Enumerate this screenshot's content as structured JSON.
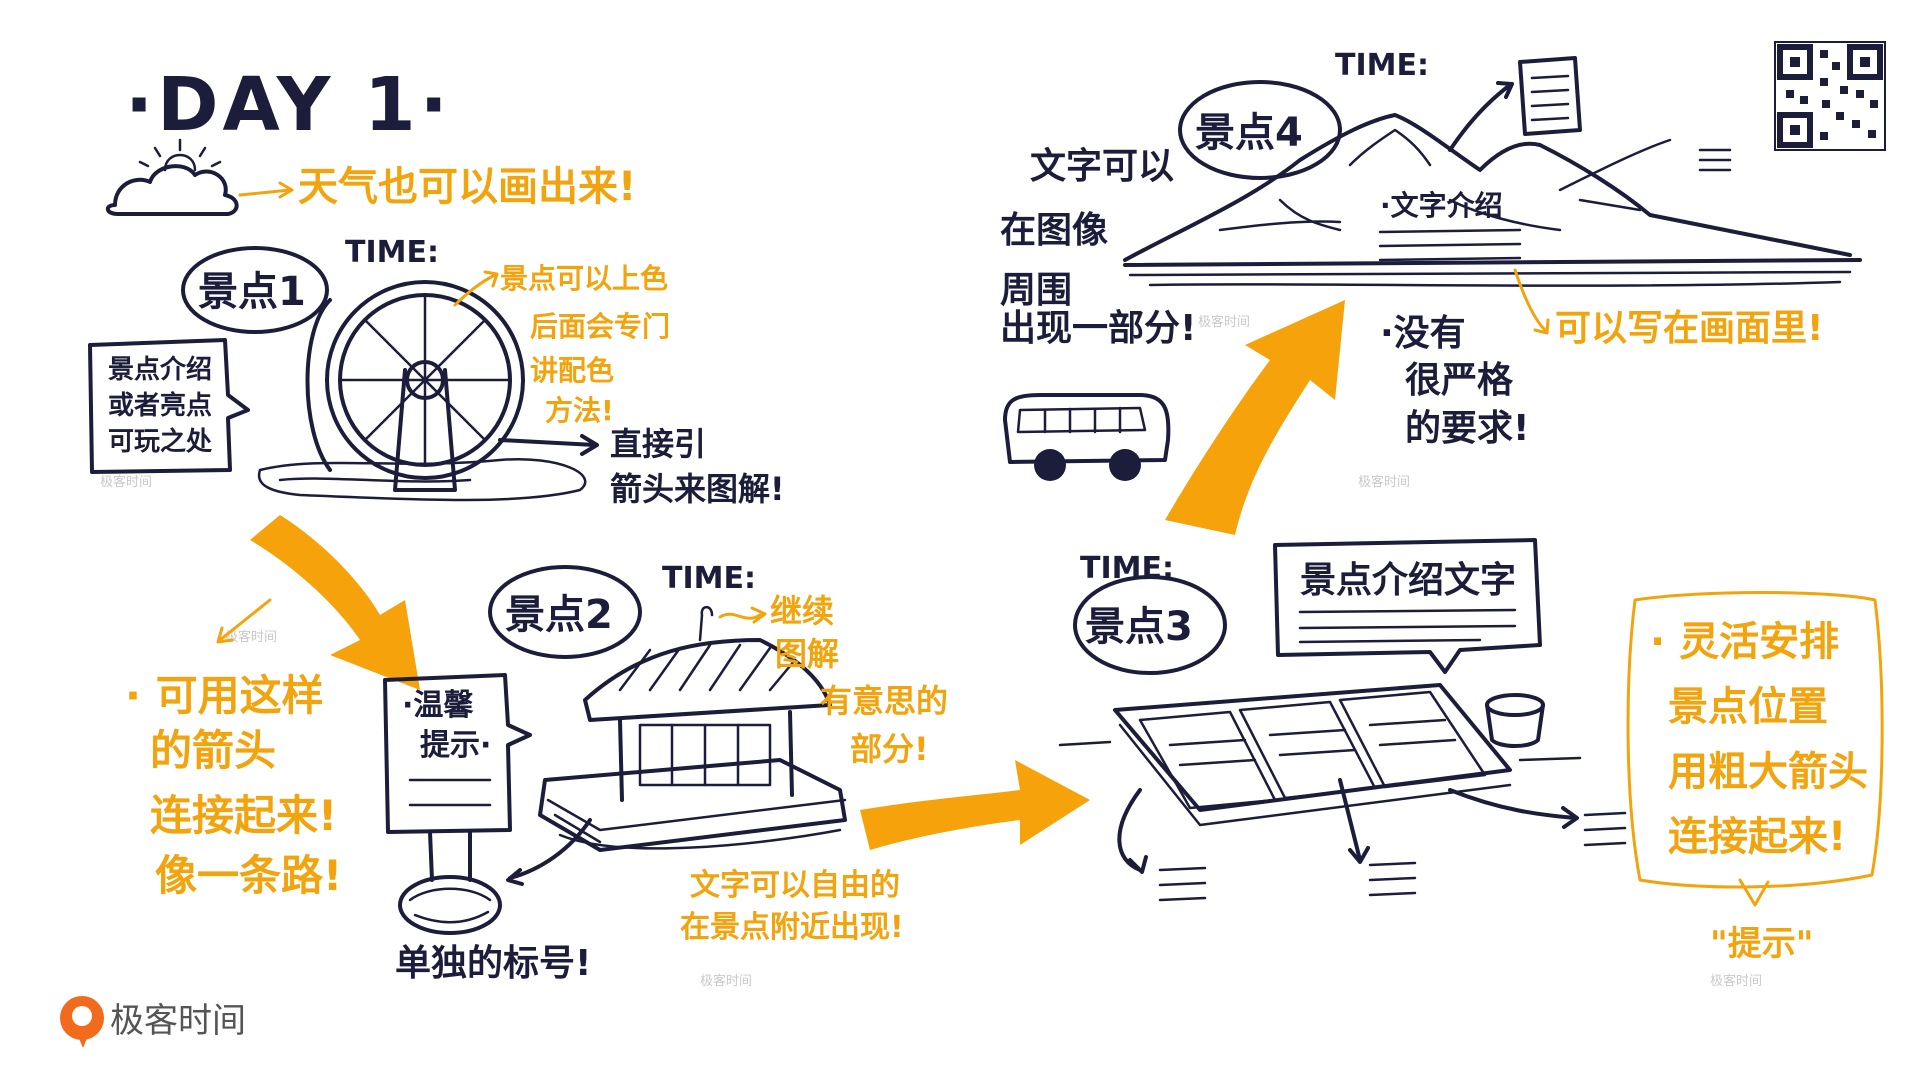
{
  "title": "·DAY 1·",
  "weather_note": "天气也可以画出来!",
  "time_label": "TIME:",
  "spots": {
    "s1": "景点1",
    "s2": "景点2",
    "s3": "景点3",
    "s4": "景点4"
  },
  "spot1": {
    "intro_box": [
      "景点介绍",
      "或者亮点",
      "可玩之处"
    ],
    "color_note": [
      "景点可以上色",
      "后面会专门",
      "讲配色",
      "方法!"
    ],
    "arrow_note": [
      "直接引",
      "箭头来图解!"
    ]
  },
  "arrow_note_left": [
    "· 可用这样",
    "的箭头",
    "连接起来!",
    "像一条路!"
  ],
  "tip_sign": [
    "·温馨",
    "提示·"
  ],
  "spot2": {
    "continue_note": [
      "继续",
      "图解",
      "有意思的",
      "部分!"
    ],
    "free_text_note": [
      "文字可以自由的",
      "在景点附近出现!"
    ],
    "single_note": "单独的标号!"
  },
  "spot3": {
    "intro_bubble": "景点介绍文字"
  },
  "spot4": {
    "text_around": [
      "文字可以",
      "在图像",
      "周围",
      "出现一部分!"
    ],
    "intro_label": "·文字介绍",
    "in_picture_note": "可以写在画面里!",
    "no_rule_note": [
      "·没有",
      "很严格",
      "的要求!"
    ]
  },
  "right_tip": [
    "· 灵活安排",
    "景点位置",
    "用粗大箭头",
    "连接起来!"
  ],
  "right_tip_caption": "\"提示\"",
  "logo": {
    "text": "极客时间"
  },
  "watermarks": [
    "极客时间",
    "极客时间",
    "极客时间",
    "极客时间",
    "极客时间",
    "极客时间"
  ],
  "colors": {
    "ink": "#1c1d3a",
    "accent_orange": "#f2a40e",
    "arrow_orange": "#f6a20b",
    "logo_orange": "#f26b1d"
  },
  "icons": [
    "sun-cloud-icon",
    "qr-code-icon",
    "water-wheel-icon",
    "pavilion-icon",
    "mountain-icon",
    "bus-icon",
    "boat-icon",
    "bucket-icon",
    "scroll-icon",
    "lantern-icon"
  ]
}
